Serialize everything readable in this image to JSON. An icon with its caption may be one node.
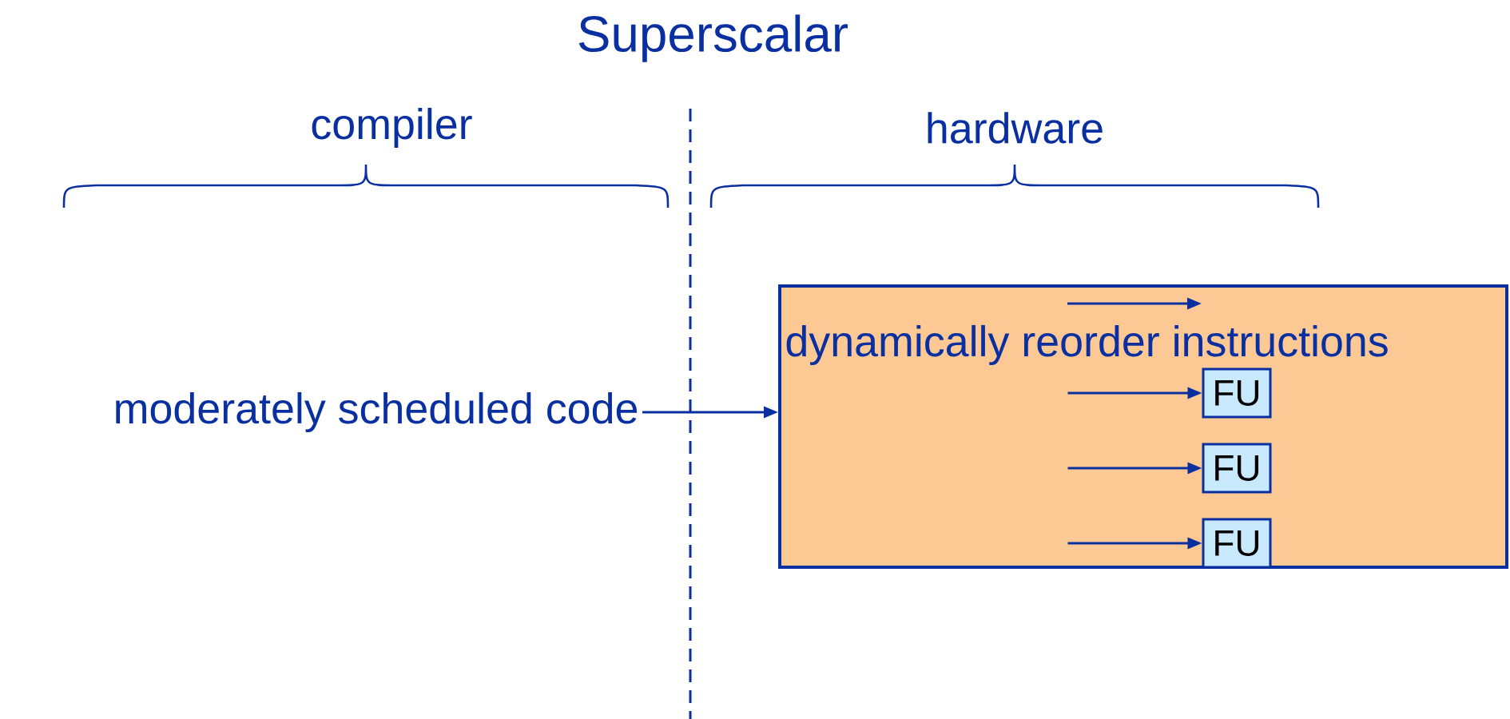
{
  "diagram": {
    "title": "Superscalar",
    "nodes": [
      {
        "text": [
          "moderately scheduled code"
        ]
      },
      {
        "text": [
          "dynamically reorder instructions"
        ]
      },
      {
        "text": [
          "FU"
        ],
        "in": 1
      },
      {
        "text": [
          "FU"
        ],
        "in": 1
      },
      {
        "text": [
          "FU"
        ],
        "in": 1
      }
    ],
    "edges": [
      {
        "from": 0,
        "to": 1,
        "arrow": "to"
      },
      {
        "from": null,
        "to": 2,
        "arrow": "to"
      },
      {
        "from": null,
        "to": 3,
        "arrow": "to"
      },
      {
        "from": null,
        "to": 4,
        "arrow": "to"
      }
    ],
    "labels": [
      "compiler",
      "hardware"
    ]
  }
}
